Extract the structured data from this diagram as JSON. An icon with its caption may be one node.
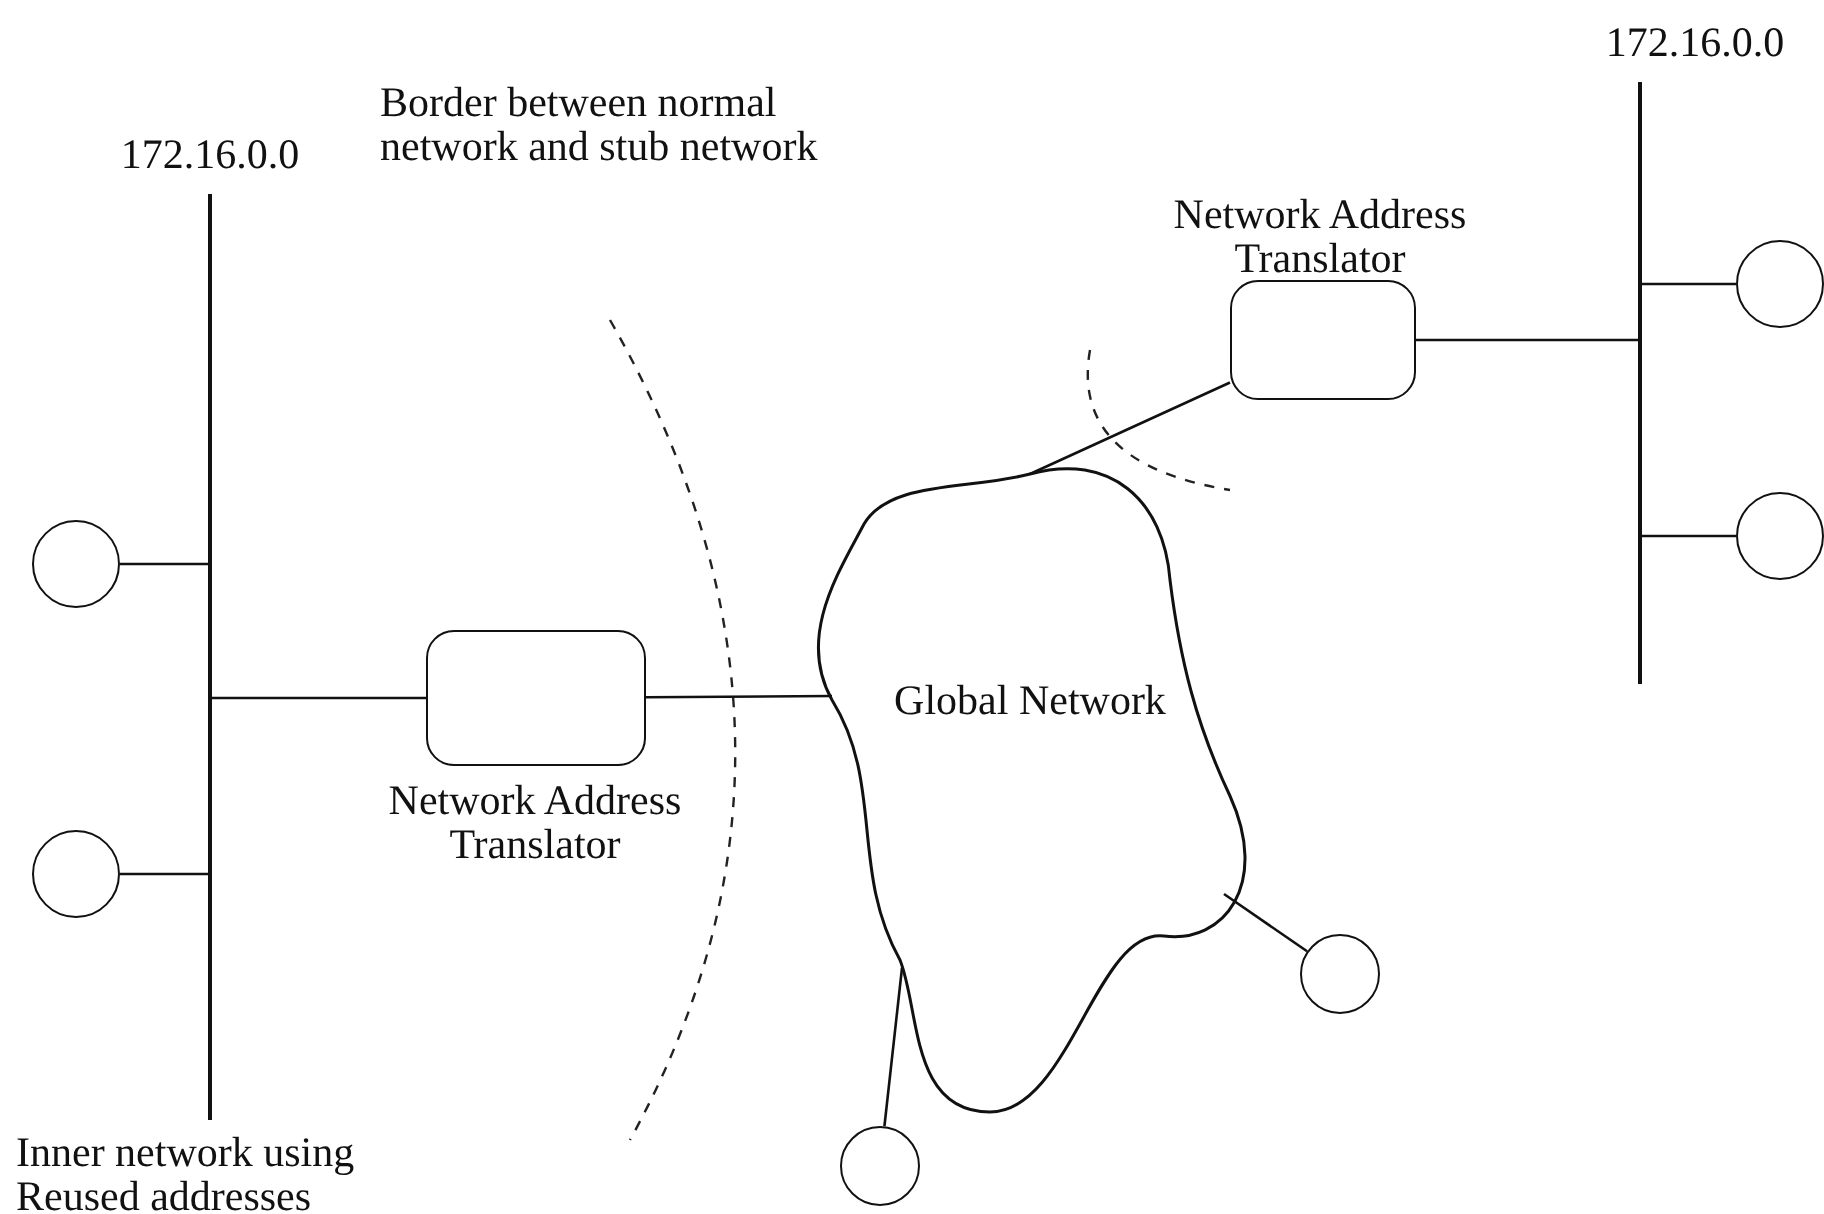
{
  "diagram": {
    "nodes": [
      {
        "text": [
          "172.16.0.0"
        ]
      },
      {
        "text": [
          "Network Address Translator"
        ]
      },
      {
        "text": [
          "Global Network"
        ]
      },
      {
        "text": [
          "Network Address Translator"
        ]
      },
      {
        "text": [
          "172.16.0.0"
        ]
      },
      {
        "text": [],
        "shape": "circle"
      },
      {
        "text": [],
        "shape": "circle"
      },
      {
        "text": [],
        "shape": "circle"
      },
      {
        "text": [],
        "shape": "circle"
      },
      {
        "text": [],
        "shape": "circle"
      },
      {
        "text": [],
        "shape": "circle"
      }
    ],
    "edges": [
      {
        "from": 5,
        "to": 0,
        "arrow": "none"
      },
      {
        "from": 6,
        "to": 0,
        "arrow": "none"
      },
      {
        "from": 0,
        "to": 1,
        "arrow": "none"
      },
      {
        "from": 1,
        "to": 2,
        "arrow": "none"
      },
      {
        "from": 2,
        "to": 3,
        "arrow": "none"
      },
      {
        "from": 3,
        "to": 4,
        "arrow": "none"
      },
      {
        "from": 4,
        "to": 7,
        "arrow": "none"
      },
      {
        "from": 4,
        "to": 8,
        "arrow": "none"
      },
      {
        "from": 2,
        "to": 9,
        "arrow": "none"
      },
      {
        "from": 2,
        "to": 10,
        "arrow": "none"
      }
    ],
    "labels": [
      "Border between normal network and stub network",
      "Inner network using Reused addresses"
    ]
  }
}
